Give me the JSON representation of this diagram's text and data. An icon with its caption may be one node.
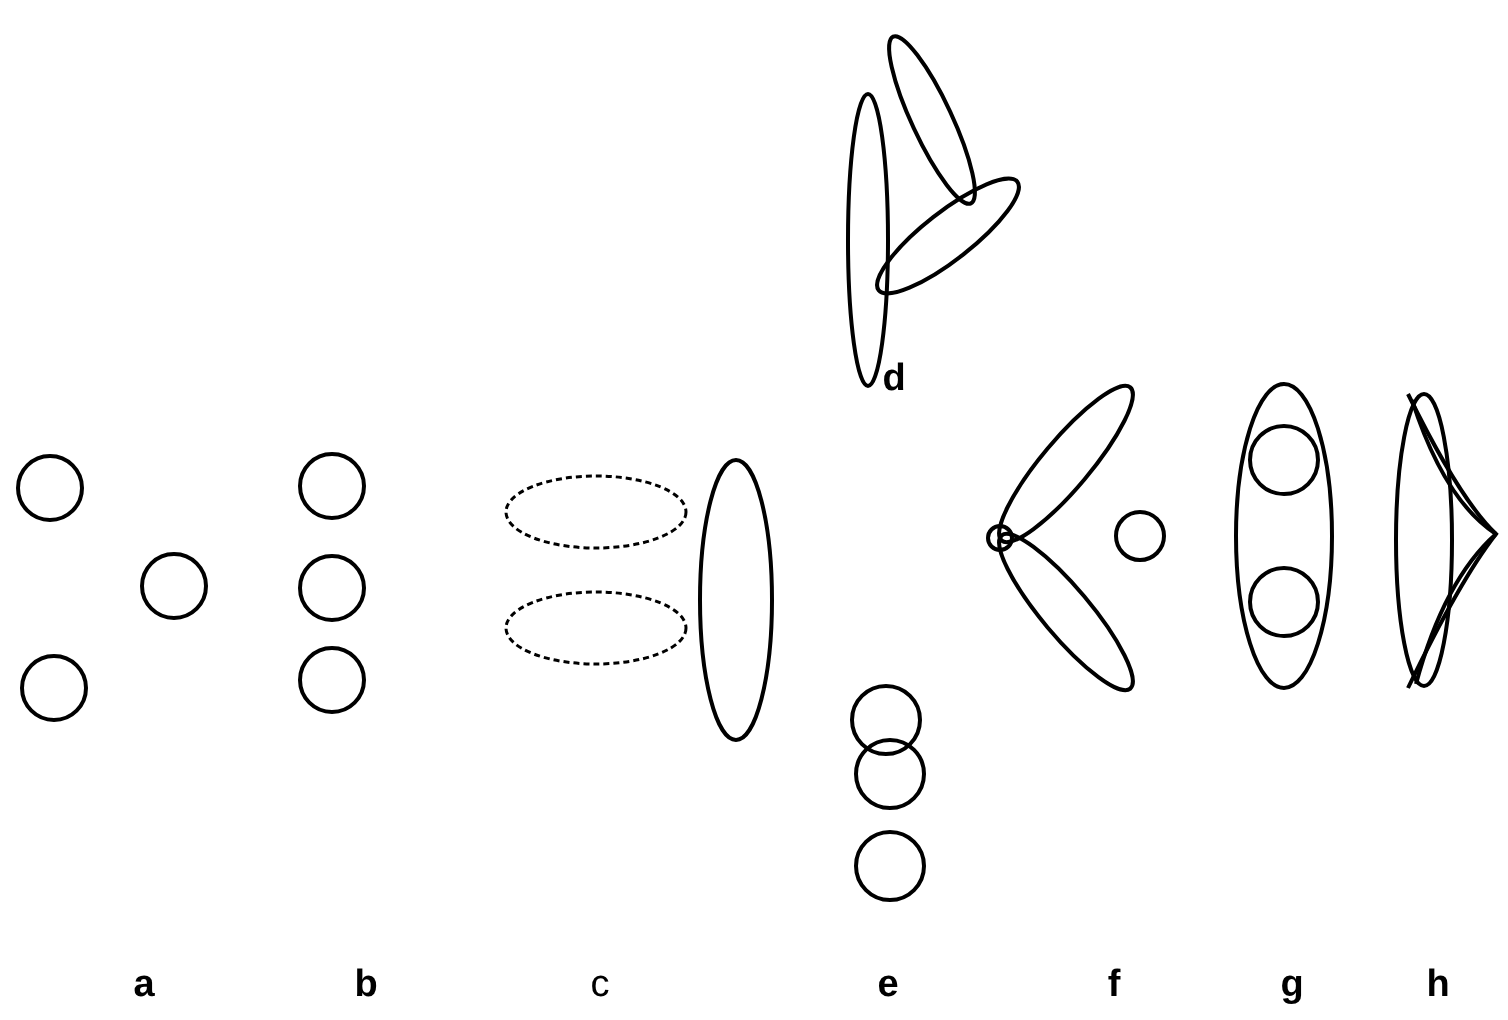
{
  "diagram": {
    "labels": [
      "d",
      "a",
      "b",
      "c",
      "e",
      "f",
      "g",
      "h"
    ]
  }
}
